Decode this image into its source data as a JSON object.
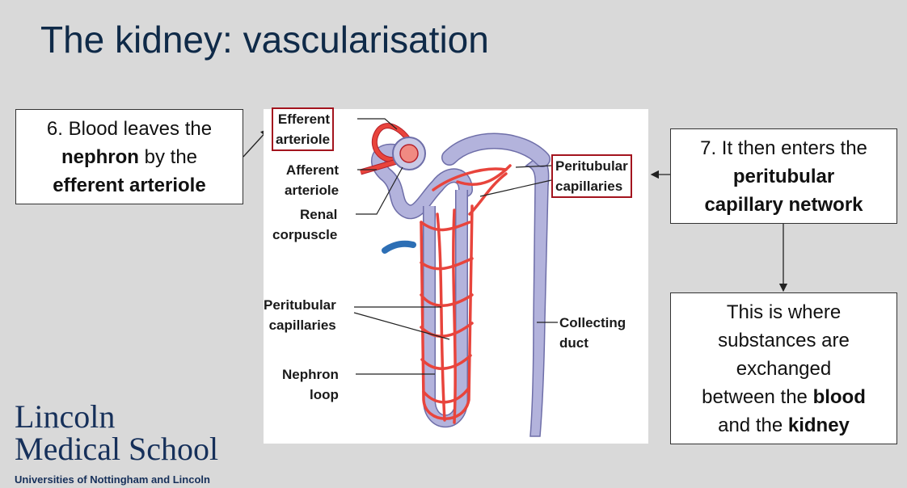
{
  "slide": {
    "title": "The kidney: vascularisation"
  },
  "box6": {
    "line1": "6. Blood leaves the",
    "bold1": "nephron",
    "mid": " by the",
    "bold2": "efferent arteriole"
  },
  "box7": {
    "line1": "7. It then enters the",
    "bold1": "peritubular",
    "bold2": "capillary network"
  },
  "box8": {
    "line1": "This is where",
    "line2": "substances are",
    "line3": "exchanged",
    "line4a": "between the ",
    "bold1": "blood",
    "line5a": "and the ",
    "bold2": "kidney"
  },
  "diagram": {
    "labels": {
      "efferent_1": "Efferent",
      "efferent_2": "arteriole",
      "afferent_1": "Afferent",
      "afferent_2": "arteriole",
      "renal_1": "Renal",
      "renal_2": "corpuscle",
      "peritub_top_1": "Peritubular",
      "peritub_top_2": "capillaries",
      "peritub_left_1": "Peritubular",
      "peritub_left_2": "capillaries",
      "nephron_1": "Nephron",
      "nephron_2": "loop",
      "collecting_1": "Collecting",
      "collecting_2": "duct"
    },
    "colors": {
      "vessel": "#e8443c",
      "vessel_dark": "#b5202a",
      "tubule": "#b3b3dc",
      "tubule_dark": "#6e6ea8",
      "vein": "#2d6fb5",
      "highlight_box": "#a3141e"
    }
  },
  "logo": {
    "line1": "Lincoln",
    "line2": "Medical School",
    "line3": "Universities of Nottingham and Lincoln"
  }
}
